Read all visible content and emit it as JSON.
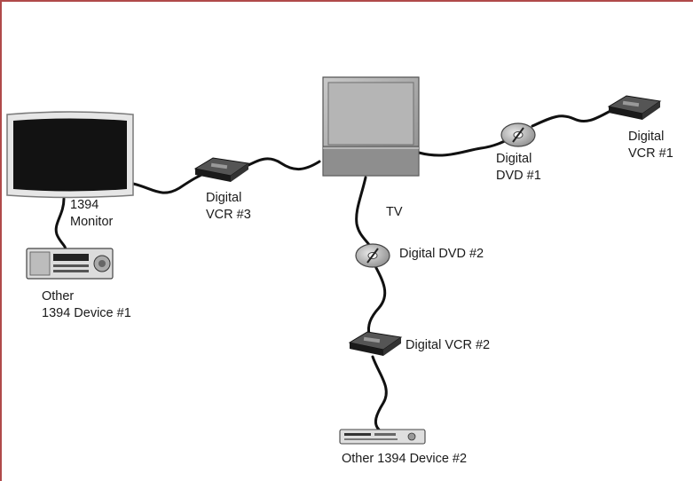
{
  "labels": {
    "monitor": "1394\nMonitor",
    "other_device_1": "Other\n1394 Device #1",
    "vcr3": "Digital\nVCR #3",
    "tv": "TV",
    "dvd1": "Digital\nDVD #1",
    "vcr1": "Digital\nVCR #1",
    "dvd2": "Digital DVD #2",
    "vcr2": "Digital VCR #2",
    "other_device_2": "Other 1394 Device #2"
  },
  "colors": {
    "frame": "#b04a4a",
    "cable": "#111111",
    "device_dark": "#2a2a2a",
    "device_light": "#cfcfcf",
    "tv_body": "#9a9a9a"
  }
}
